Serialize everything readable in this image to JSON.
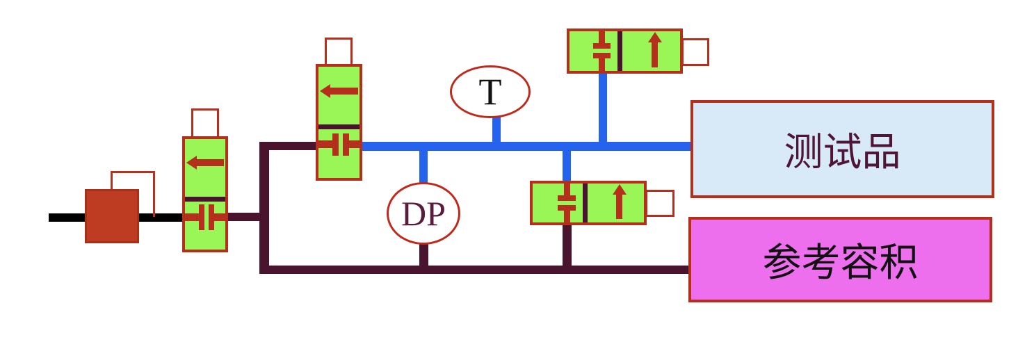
{
  "diagram": {
    "kind": "pneumatic-leak-test-schematic",
    "gauges": {
      "temperature": {
        "label": "T"
      },
      "differential_pressure": {
        "label": "DP"
      }
    },
    "boxes": {
      "test_item": {
        "label": "测试品"
      },
      "reference_volume": {
        "label": "参考容积"
      }
    },
    "colors": {
      "supply_line": "#000000",
      "reference_line": "#4A132E",
      "test_line": "#2563EE",
      "valve_fill": "#9AF557",
      "valve_border": "#B5301C",
      "regulator_fill": "#BE3D22",
      "pilot_line": "#B33320",
      "gauge_border": "#C02A1C",
      "test_item_fill": "#D8EAF8",
      "test_item_text": "#4F1537",
      "reference_volume_fill": "#EE6FEE",
      "reference_volume_text": "#111111",
      "dp_text": "#5A1C3C",
      "t_text": "#111111"
    }
  }
}
